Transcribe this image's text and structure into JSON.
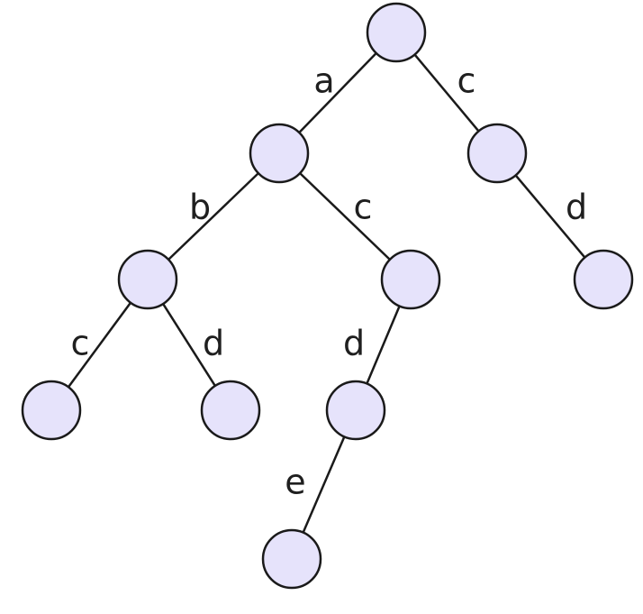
{
  "diagram": {
    "type": "tree",
    "node_fill": "#e6e3fb",
    "node_stroke": "#1a1a1a",
    "edge_color": "#1a1a1a",
    "nodes": [
      "root",
      "n_a",
      "n_c",
      "n_ab",
      "n_ac",
      "n_cd",
      "n_abc",
      "n_abd",
      "n_acd",
      "n_acde"
    ],
    "edges": [
      {
        "id": "root-a",
        "from": "root",
        "to": "n_a",
        "label": "a"
      },
      {
        "id": "root-c",
        "from": "root",
        "to": "n_c",
        "label": "c"
      },
      {
        "id": "a-b",
        "from": "n_a",
        "to": "n_ab",
        "label": "b"
      },
      {
        "id": "a-c",
        "from": "n_a",
        "to": "n_ac",
        "label": "c"
      },
      {
        "id": "c-d",
        "from": "n_c",
        "to": "n_cd",
        "label": "d"
      },
      {
        "id": "ab-c",
        "from": "n_ab",
        "to": "n_abc",
        "label": "c"
      },
      {
        "id": "ab-d",
        "from": "n_ab",
        "to": "n_abd",
        "label": "d"
      },
      {
        "id": "ac-d",
        "from": "n_ac",
        "to": "n_acd",
        "label": "d"
      },
      {
        "id": "acd-e",
        "from": "n_acd",
        "to": "n_acde",
        "label": "e"
      }
    ]
  }
}
